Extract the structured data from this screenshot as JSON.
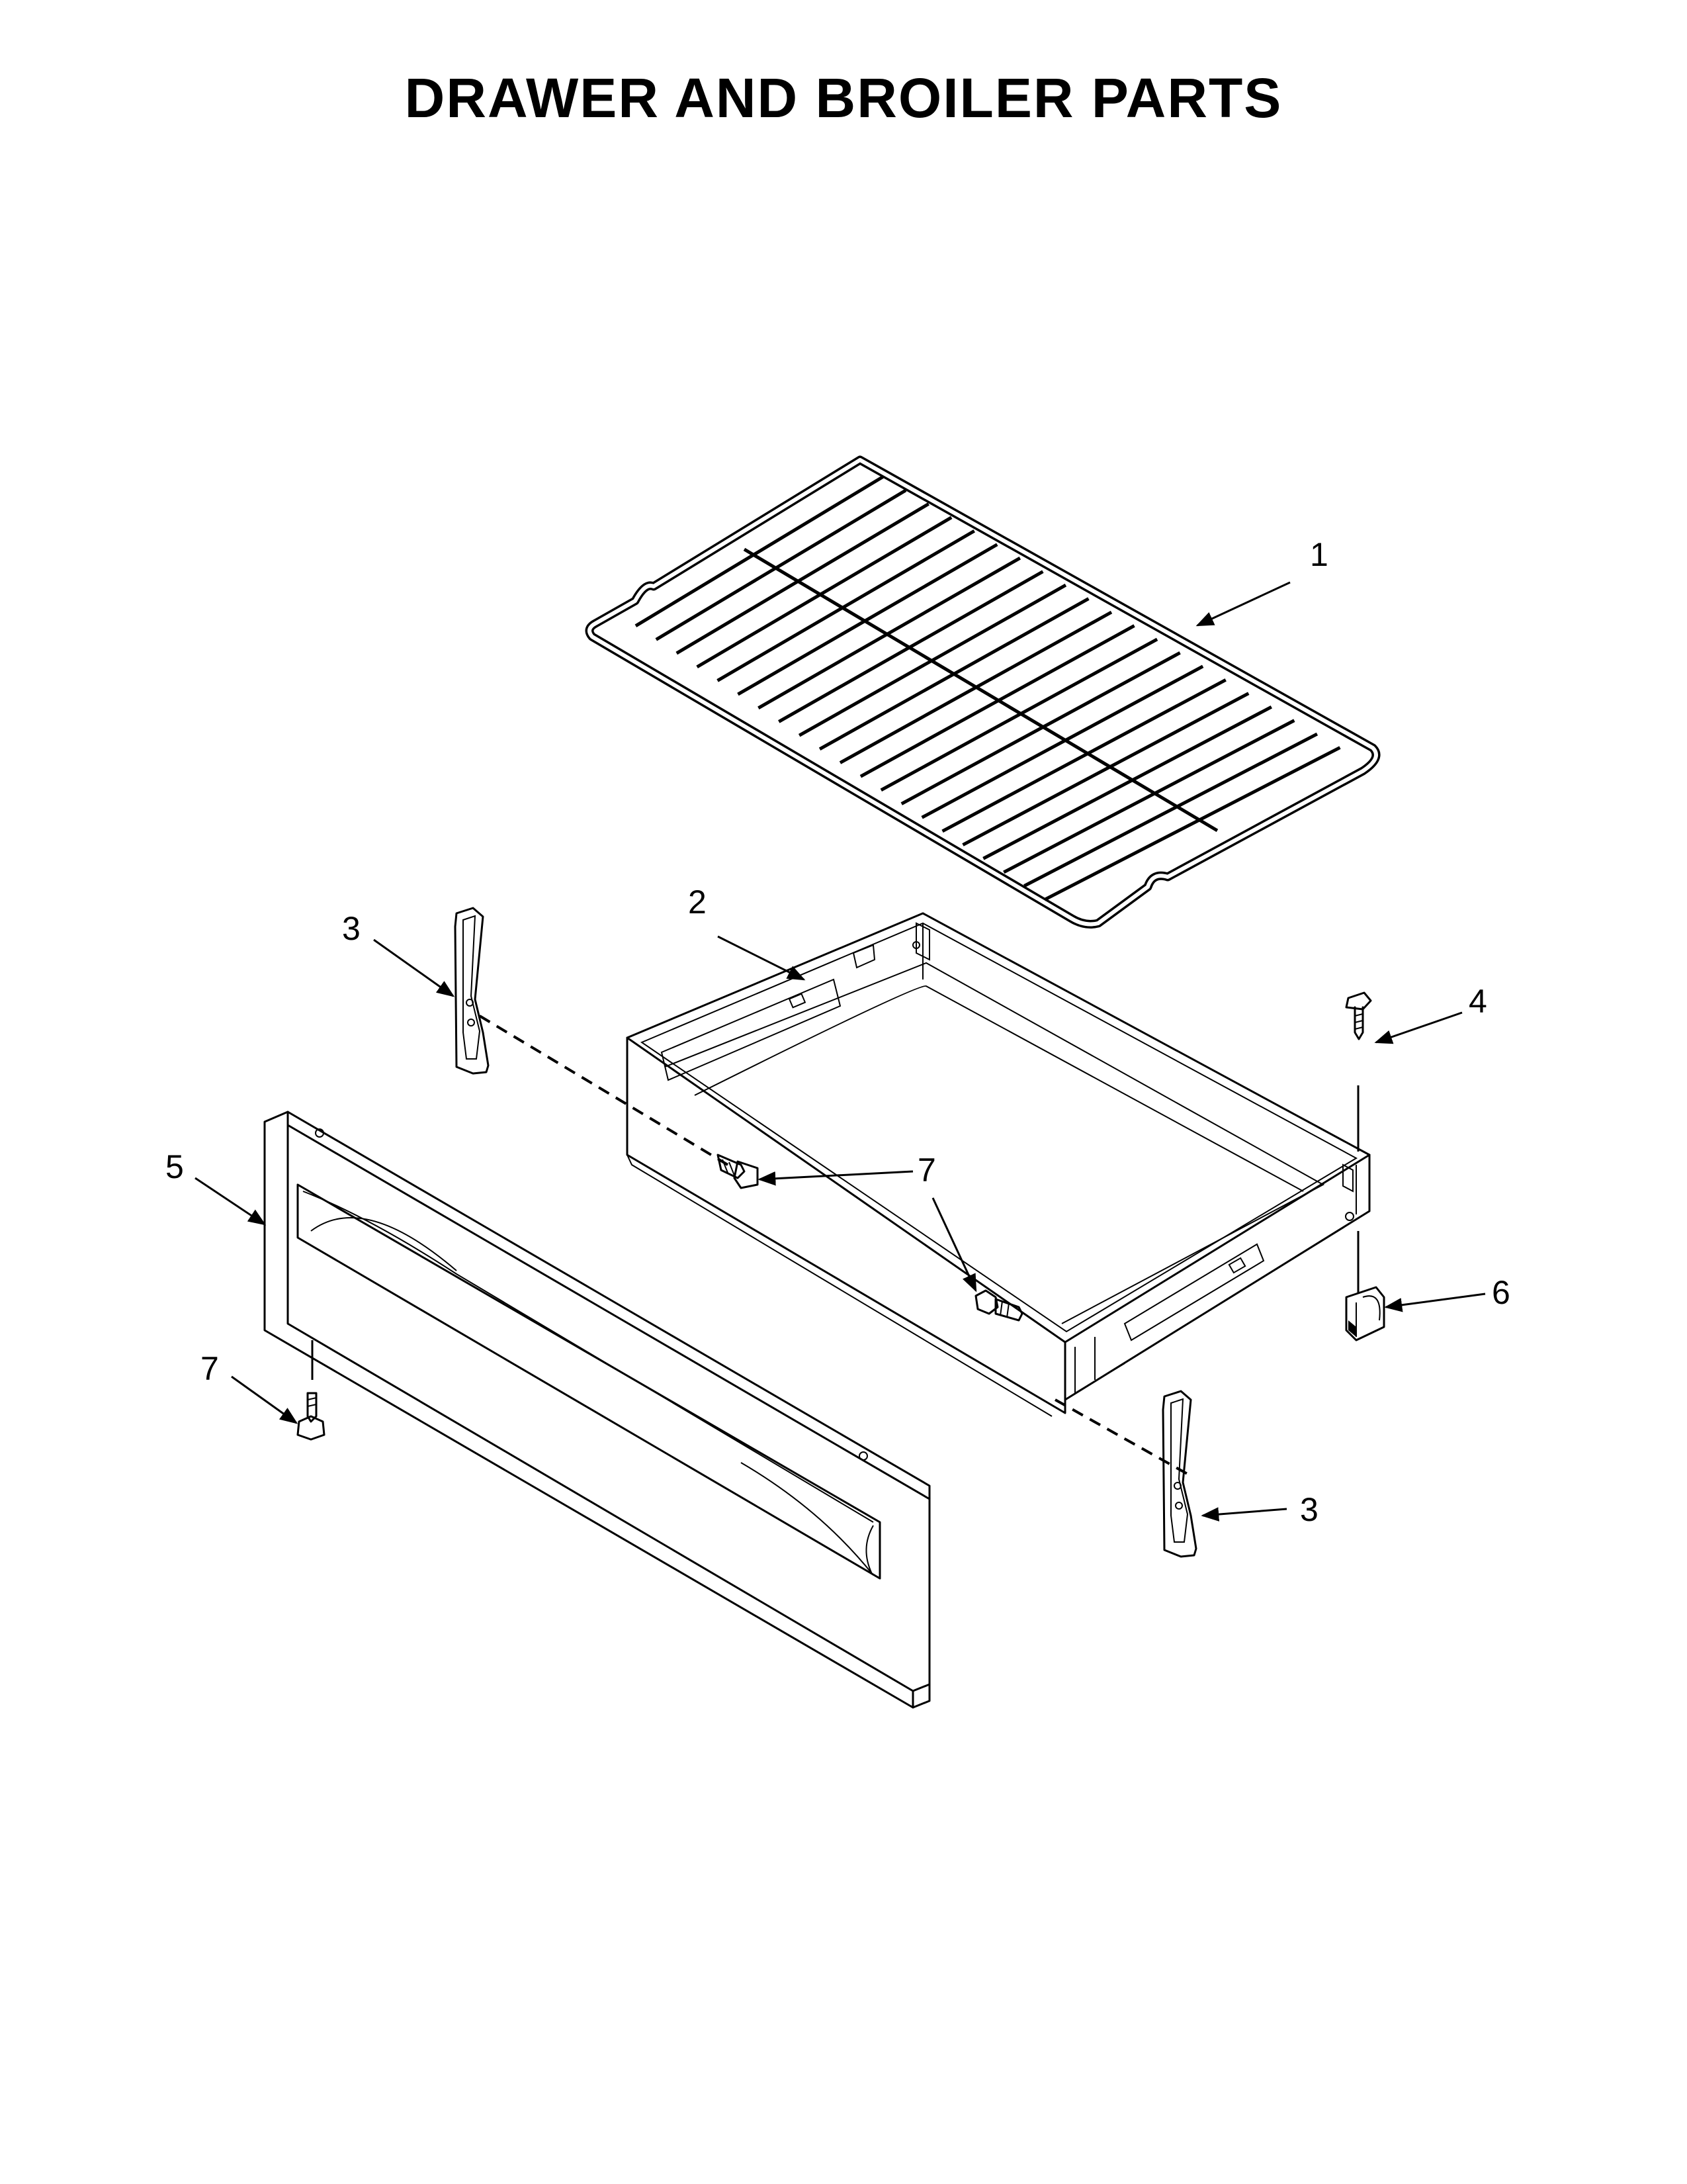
{
  "title": "DRAWER AND BROILER PARTS",
  "callouts": [
    {
      "id": "rack",
      "label": "1"
    },
    {
      "id": "drawer",
      "label": "2"
    },
    {
      "id": "slide-left",
      "label": "3"
    },
    {
      "id": "slide-right",
      "label": "3"
    },
    {
      "id": "screw-top",
      "label": "4"
    },
    {
      "id": "panel",
      "label": "5"
    },
    {
      "id": "clip",
      "label": "6"
    },
    {
      "id": "screw-center",
      "label": "7"
    },
    {
      "id": "screw-left",
      "label": "7"
    }
  ]
}
